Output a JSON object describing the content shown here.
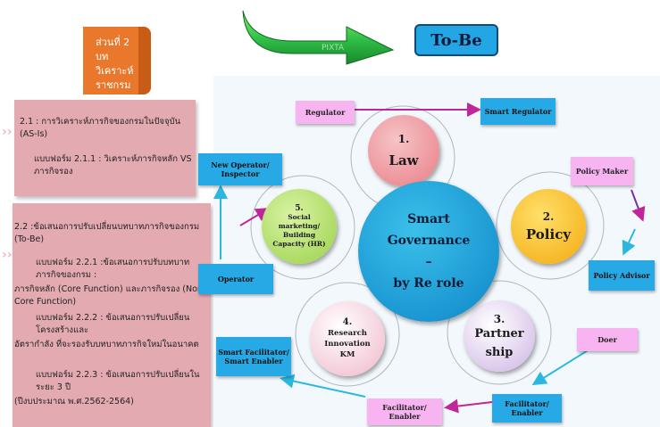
{
  "header": {
    "section_tag": "ส่วนที่ 2 บทวิเคราะห์ราชกรม",
    "to_be": "To-Be",
    "watermark": "PIXTA"
  },
  "left": {
    "panel1": {
      "line1": "2.1 : การวิเคราะห์ภารกิจของกรมในปัจจุบัน (AS-Is)",
      "line2": "แบบฟอร์ม 2.1.1 : วิเคราะห์ภารกิจหลัก VS ภารกิจรอง"
    },
    "panel2": {
      "line1": "2.2 :ข้อเสนอการปรับเปลี่ยนบทบาทภารกิจของกรม (To-Be)",
      "line2": "แบบฟอร์ม 2.2.1 :ข้อเสนอการปรับบทบาทภารกิจของกรม :",
      "line3": "ภารกิจหลัก (Core Function) และภารกิจรอง (Non Core Function)",
      "line4": "แบบฟอร์ม 2.2.2 : ข้อเสนอการปรับเปลี่ยนโครงสร้างและ",
      "line5": "อัตรากำลัง ที่จะรองรับบทบาทภารกิจใหม่ในอนาคต",
      "line6": "แบบฟอร์ม 2.2.3 : ข้อเสนอการปรับเปลี่ยนในระยะ 3 ปี",
      "line7": "(ปีงบประมาณ พ.ศ.2562-2564)"
    }
  },
  "diagram": {
    "center": {
      "line1": "Smart",
      "line2": "Governance",
      "line3": "–",
      "line4": "by Re role"
    },
    "circle1": {
      "num": "1.",
      "label": "Law"
    },
    "circle2": {
      "num": "2.",
      "label": "Policy"
    },
    "circle3": {
      "num": "3.",
      "label1": "Partner",
      "label2": "ship"
    },
    "circle4": {
      "num": "4.",
      "label1": "Research",
      "label2": "Innovation",
      "label3": "KM"
    },
    "circle5": {
      "num": "5.",
      "label1": "Social",
      "label2": "marketing/",
      "label3": "Building",
      "label4": "Capacity (HR)"
    },
    "boxes": {
      "regulator": "Regulator",
      "smart_regulator": "Smart Regulator",
      "policy_maker": "Policy Maker",
      "policy_advisor": "Policy Advisor",
      "doer": "Doer",
      "facilitator_enabler_right": "Facilitator/ Enabler",
      "facilitator_enabler_bottom": "Facilitator/ Enabler",
      "smart_facilitator": "Smart Facilitator/ Smart Enabler",
      "operator": "Operator",
      "new_operator": "New Operator/ Inspector"
    }
  }
}
